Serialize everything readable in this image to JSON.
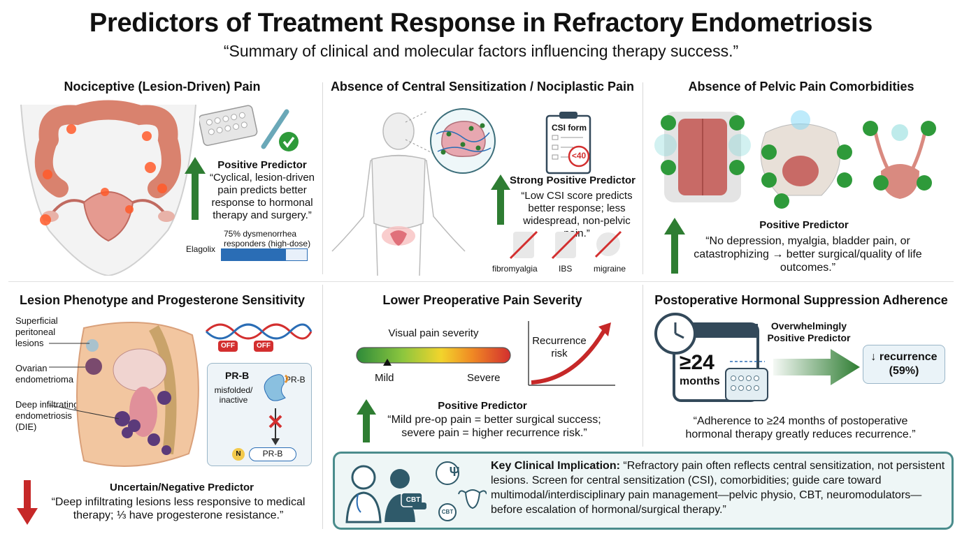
{
  "header": {
    "title": "Predictors of Treatment Response in Refractory Endometriosis",
    "subtitle": "“Summary of clinical and molecular factors influencing therapy success.”"
  },
  "panels": {
    "nociceptive": {
      "title": "Nociceptive (Lesion-Driven) Pain",
      "predictor": "Positive Predictor",
      "quote": "“Cyclical, lesion-driven pain predicts better response to hormonal therapy and surgery.”",
      "bar_label": "75% dysmenorrhea responders (high-dose)",
      "bar_drug": "Elagolix",
      "bar_fill": 0.75
    },
    "central": {
      "title": "Absence of Central Sensitization / Nociplastic Pain",
      "form_title": "CSI form",
      "form_score": "<40",
      "predictor": "Strong Positive Predictor",
      "quote": "“Low CSI score predicts better response; less widespread, non-pelvic pain.”",
      "conditions": [
        "fibromyalgia",
        "IBS",
        "migraine"
      ]
    },
    "comorbidities": {
      "title": "Absence of Pelvic Pain Comorbidities",
      "predictor": "Positive Predictor",
      "quote": "“No depression, myalgia, bladder pain, or catastrophizing → better surgical/quality of life outcomes.”"
    },
    "phenotype": {
      "title": "Lesion Phenotype and Progesterone Sensitivity",
      "labels": {
        "superficial": "Superficial peritoneal lesions",
        "ovarian": "Ovarian endometrioma",
        "deep": "Deep infiltrating endometriosis (DIE)"
      },
      "off1": "OFF",
      "off2": "OFF",
      "prb_title": "PR-B",
      "prb_state": "misfolded/ inactive",
      "prb_label1": "PR-B",
      "prb_label2": "PR-B",
      "n_label": "N",
      "predictor": "Uncertain/Negative Predictor",
      "quote": "“Deep infiltrating lesions less responsive to medical therapy; ⅓ have progesterone resistance.”"
    },
    "preop": {
      "title": "Lower Preoperative Pain Severity",
      "scale_title": "Visual pain severity",
      "mild": "Mild",
      "severe": "Severe",
      "recurrence": "Recurrence risk",
      "predictor": "Positive Predictor",
      "quote": "“Mild pre-op pain = better surgical success; severe pain = higher recurrence risk.”"
    },
    "adherence": {
      "title": "Postoperative Hormonal Suppression Adherence",
      "months_value": "≥24",
      "months_unit": "months",
      "predictor": "Overwhelmingly Positive Predictor",
      "result_line1": "↓ recurrence",
      "result_line2": "(59%)",
      "quote": "“Adherence to ≥24 months of postoperative hormonal therapy greatly reduces recurrence.”"
    }
  },
  "implication": {
    "label": "Key Clinical Implication:",
    "text": " “Refractory pain often reflects central sensitization, not persistent lesions. Screen for central sensitization (CSI), comorbidities; guide care toward multimodal/interdisciplinary pain management—pelvic physio, CBT, neuromodulators—before escalation of hormonal/surgical therapy.”",
    "cbt1": "CBT",
    "cbt2": "CBT",
    "psi": "Ψ"
  },
  "colors": {
    "green_arrow": "#2e7d32",
    "red_arrow": "#c62828",
    "check": "#2e9a3a",
    "teal": "#4a8c8c",
    "bar_blue": "#2a6db5"
  }
}
